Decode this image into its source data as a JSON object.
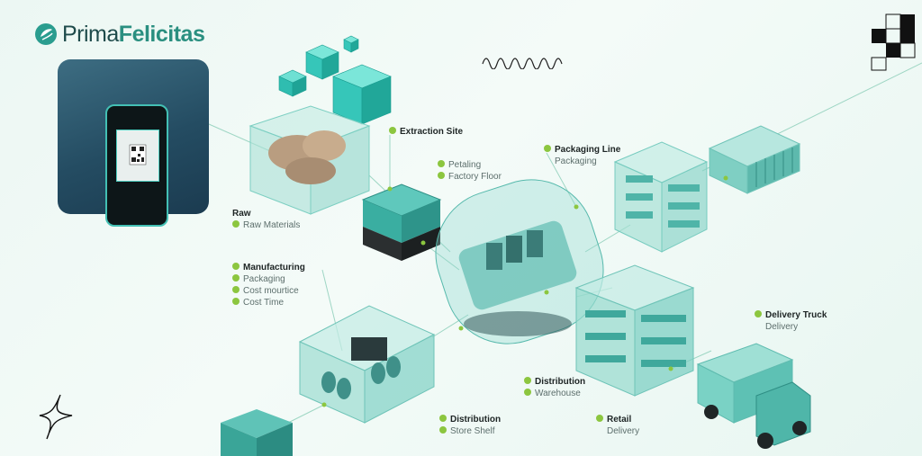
{
  "brand": {
    "part1": "Prima",
    "part2": "Felicitas"
  },
  "icons": {
    "logo": "globe-leaf-icon",
    "wave": "wave-icon",
    "sparkle": "sparkle-star-icon",
    "checker": "checker-pattern-icon",
    "qr": "qr-code-icon"
  },
  "colors": {
    "brand_teal": "#2a8f80",
    "brand_dark": "#1e4b4b",
    "box_teal": "#39c9bd",
    "check_green": "#8cc63f"
  },
  "stages": [
    {
      "title": "Extraction Site",
      "items": []
    },
    {
      "title": "",
      "items": [
        "Petaling",
        "Factory Floor"
      ]
    },
    {
      "title": "Packaging Line",
      "items": [
        "Packaging"
      ]
    },
    {
      "title": "Raw",
      "items": [
        "Raw Materials"
      ]
    },
    {
      "title": "Manufacturing",
      "items": [
        "Packaging",
        "Cost mourtice",
        "Cost Time"
      ]
    },
    {
      "title": "Delivery Truck",
      "items": [
        "Delivery"
      ]
    },
    {
      "title": "Distribution",
      "items": [
        "Warehouse"
      ]
    },
    {
      "title": "Distribution",
      "items": [
        "Store Shelf"
      ]
    },
    {
      "title": "Retail",
      "items": [
        "Delivery"
      ]
    }
  ]
}
